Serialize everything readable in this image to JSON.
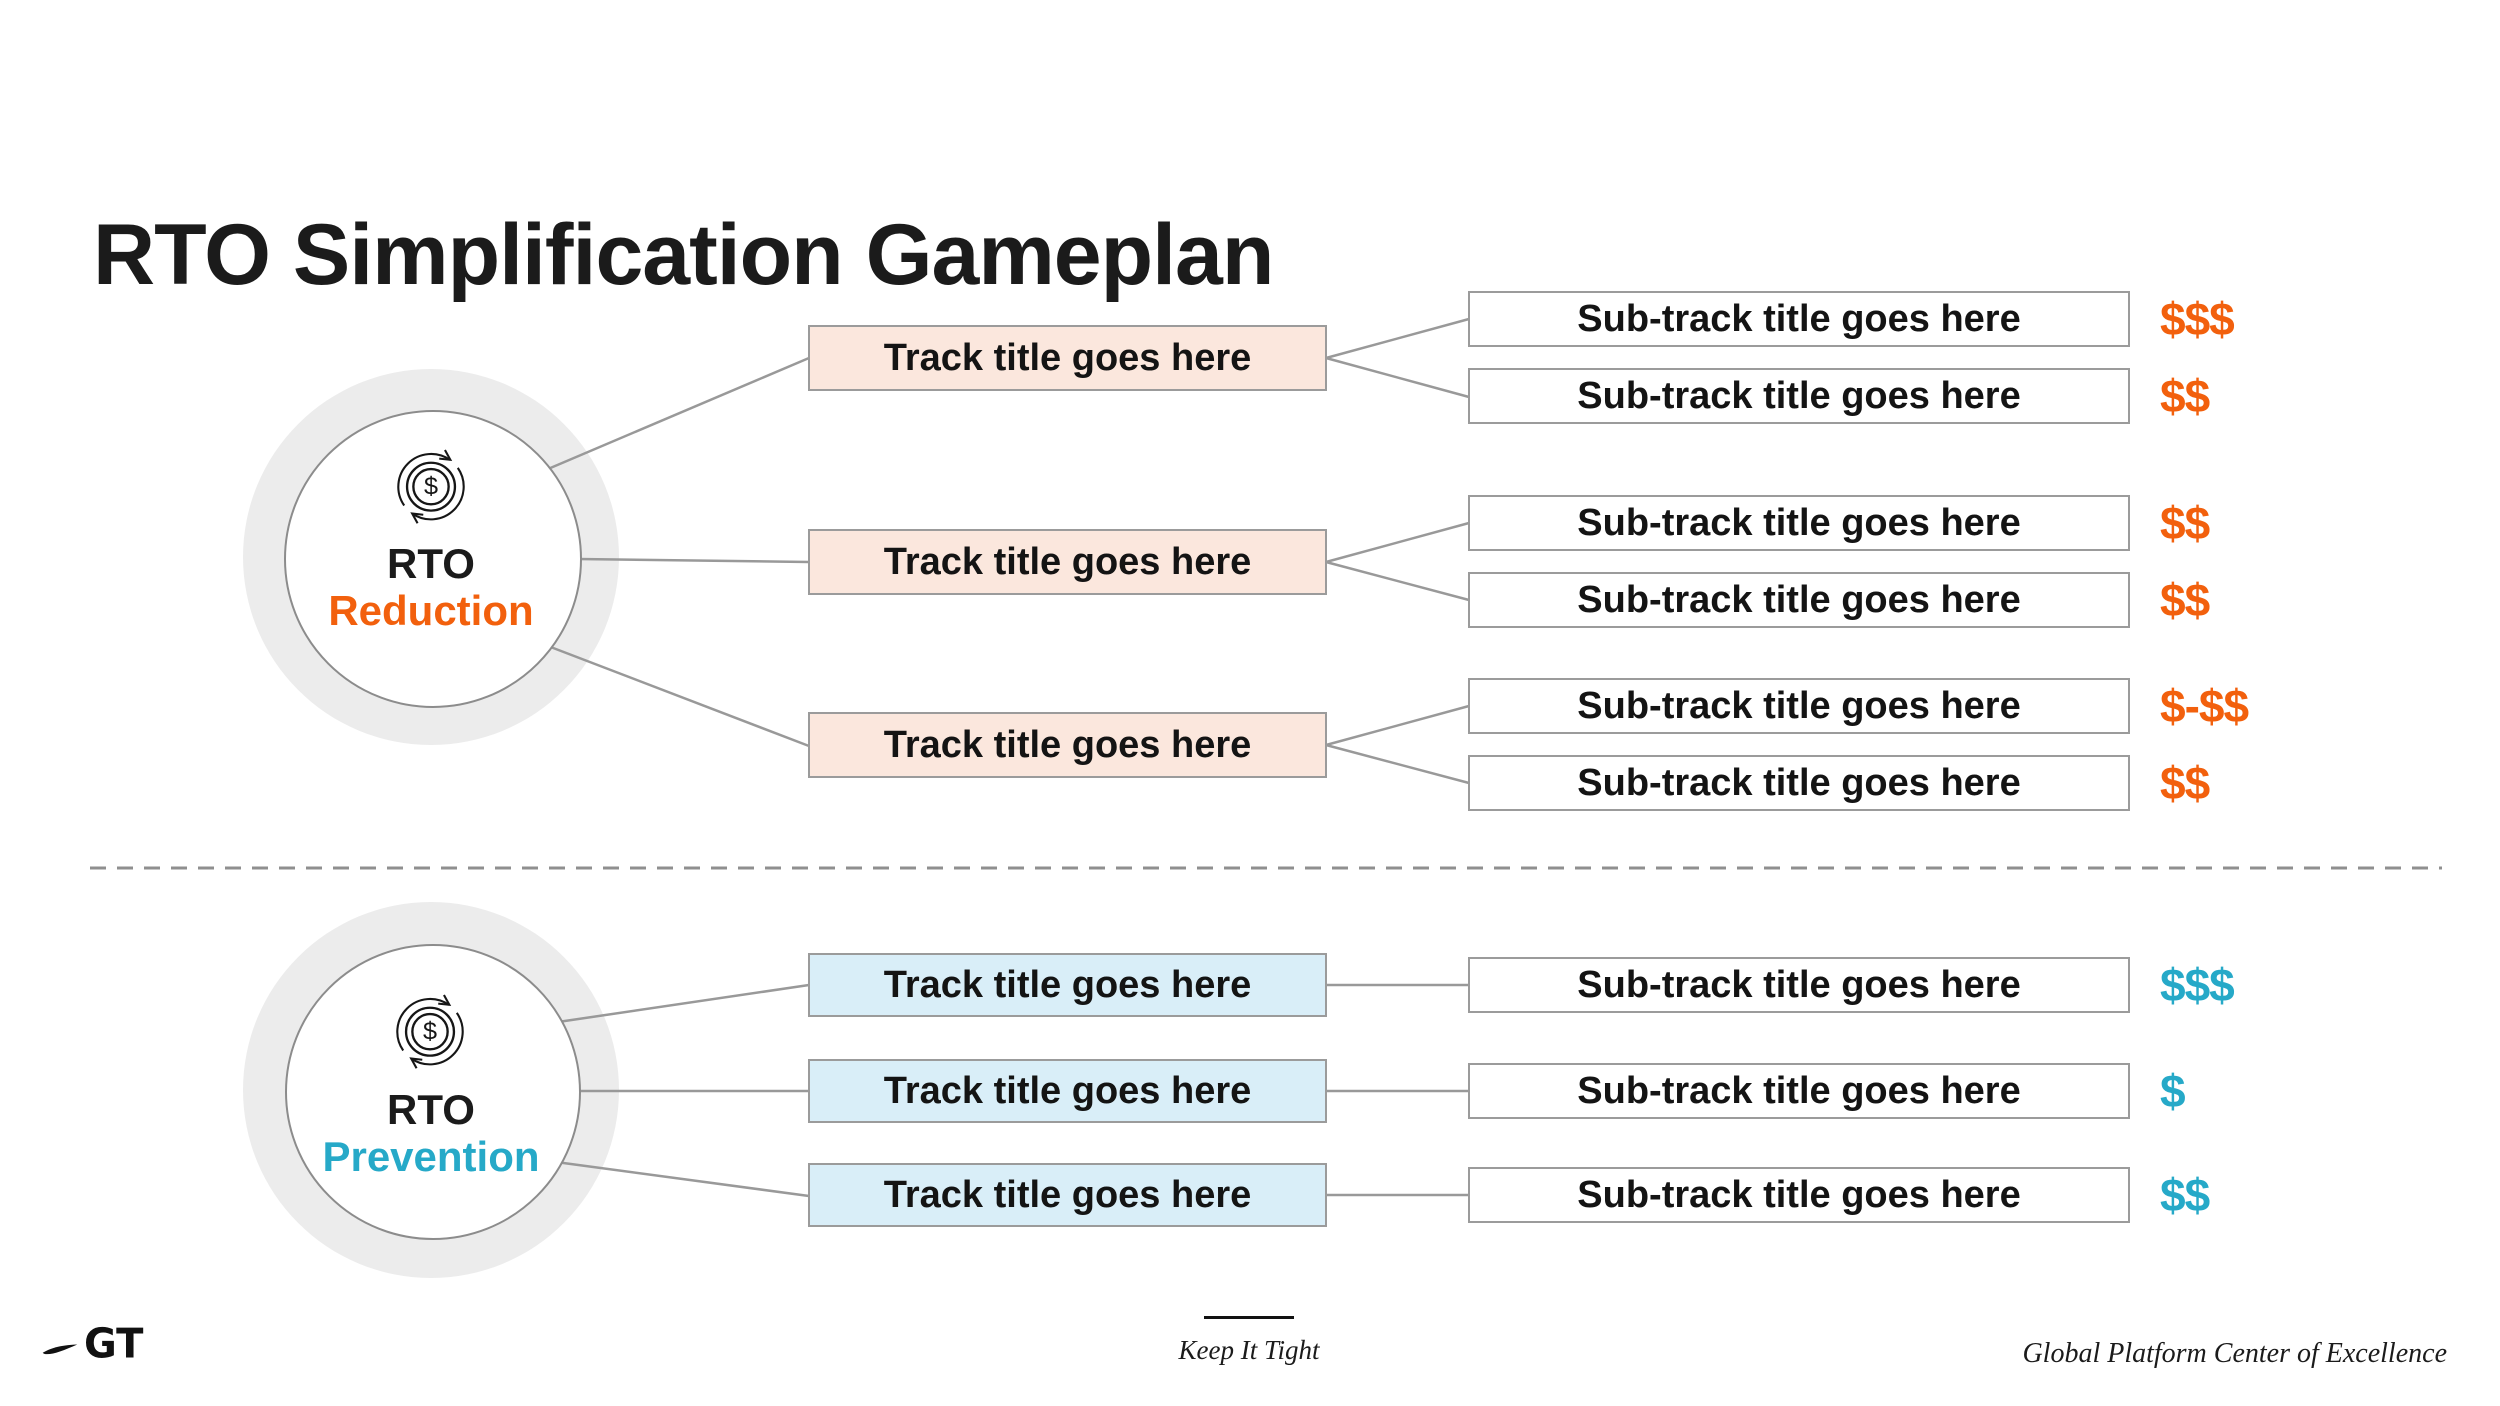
{
  "title": "RTO Simplification Gameplan",
  "colors": {
    "orange_accent": "#F2600D",
    "teal_accent": "#26A9C8",
    "track_fill_top": "#FBE7DD",
    "track_fill_bottom": "#D9EEF8",
    "ring_gray": "#ECECEC",
    "border_gray": "#9B9B9B",
    "connector_gray": "#999999"
  },
  "sections": [
    {
      "name": "RTO Reduction",
      "hub": {
        "line1": "RTO",
        "line2": "Reduction"
      },
      "icon": "dollar-cycle-icon",
      "tracks": [
        {
          "label": "Track title goes here",
          "subtracks": [
            {
              "label": "Sub-track title goes here",
              "cost": "$$$"
            },
            {
              "label": "Sub-track title goes here",
              "cost": "$$"
            }
          ]
        },
        {
          "label": "Track title goes here",
          "subtracks": [
            {
              "label": "Sub-track title goes here",
              "cost": "$$"
            },
            {
              "label": "Sub-track title goes here",
              "cost": "$$"
            }
          ]
        },
        {
          "label": "Track title goes here",
          "subtracks": [
            {
              "label": "Sub-track title goes here",
              "cost": "$-$$"
            },
            {
              "label": "Sub-track title goes here",
              "cost": "$$"
            }
          ]
        }
      ]
    },
    {
      "name": "RTO Prevention",
      "hub": {
        "line1": "RTO",
        "line2": "Prevention"
      },
      "icon": "dollar-cycle-icon",
      "tracks": [
        {
          "label": "Track title goes here",
          "subtracks": [
            {
              "label": "Sub-track title goes here",
              "cost": "$$$"
            }
          ]
        },
        {
          "label": "Track title goes here",
          "subtracks": [
            {
              "label": "Sub-track title goes here",
              "cost": "$"
            }
          ]
        },
        {
          "label": "Track title goes here",
          "subtracks": [
            {
              "label": "Sub-track title goes here",
              "cost": "$$"
            }
          ]
        }
      ]
    }
  ],
  "footer": {
    "logo": "GT",
    "center_note": "Keep It Tight",
    "right_note": "Global Platform Center of Excellence"
  }
}
